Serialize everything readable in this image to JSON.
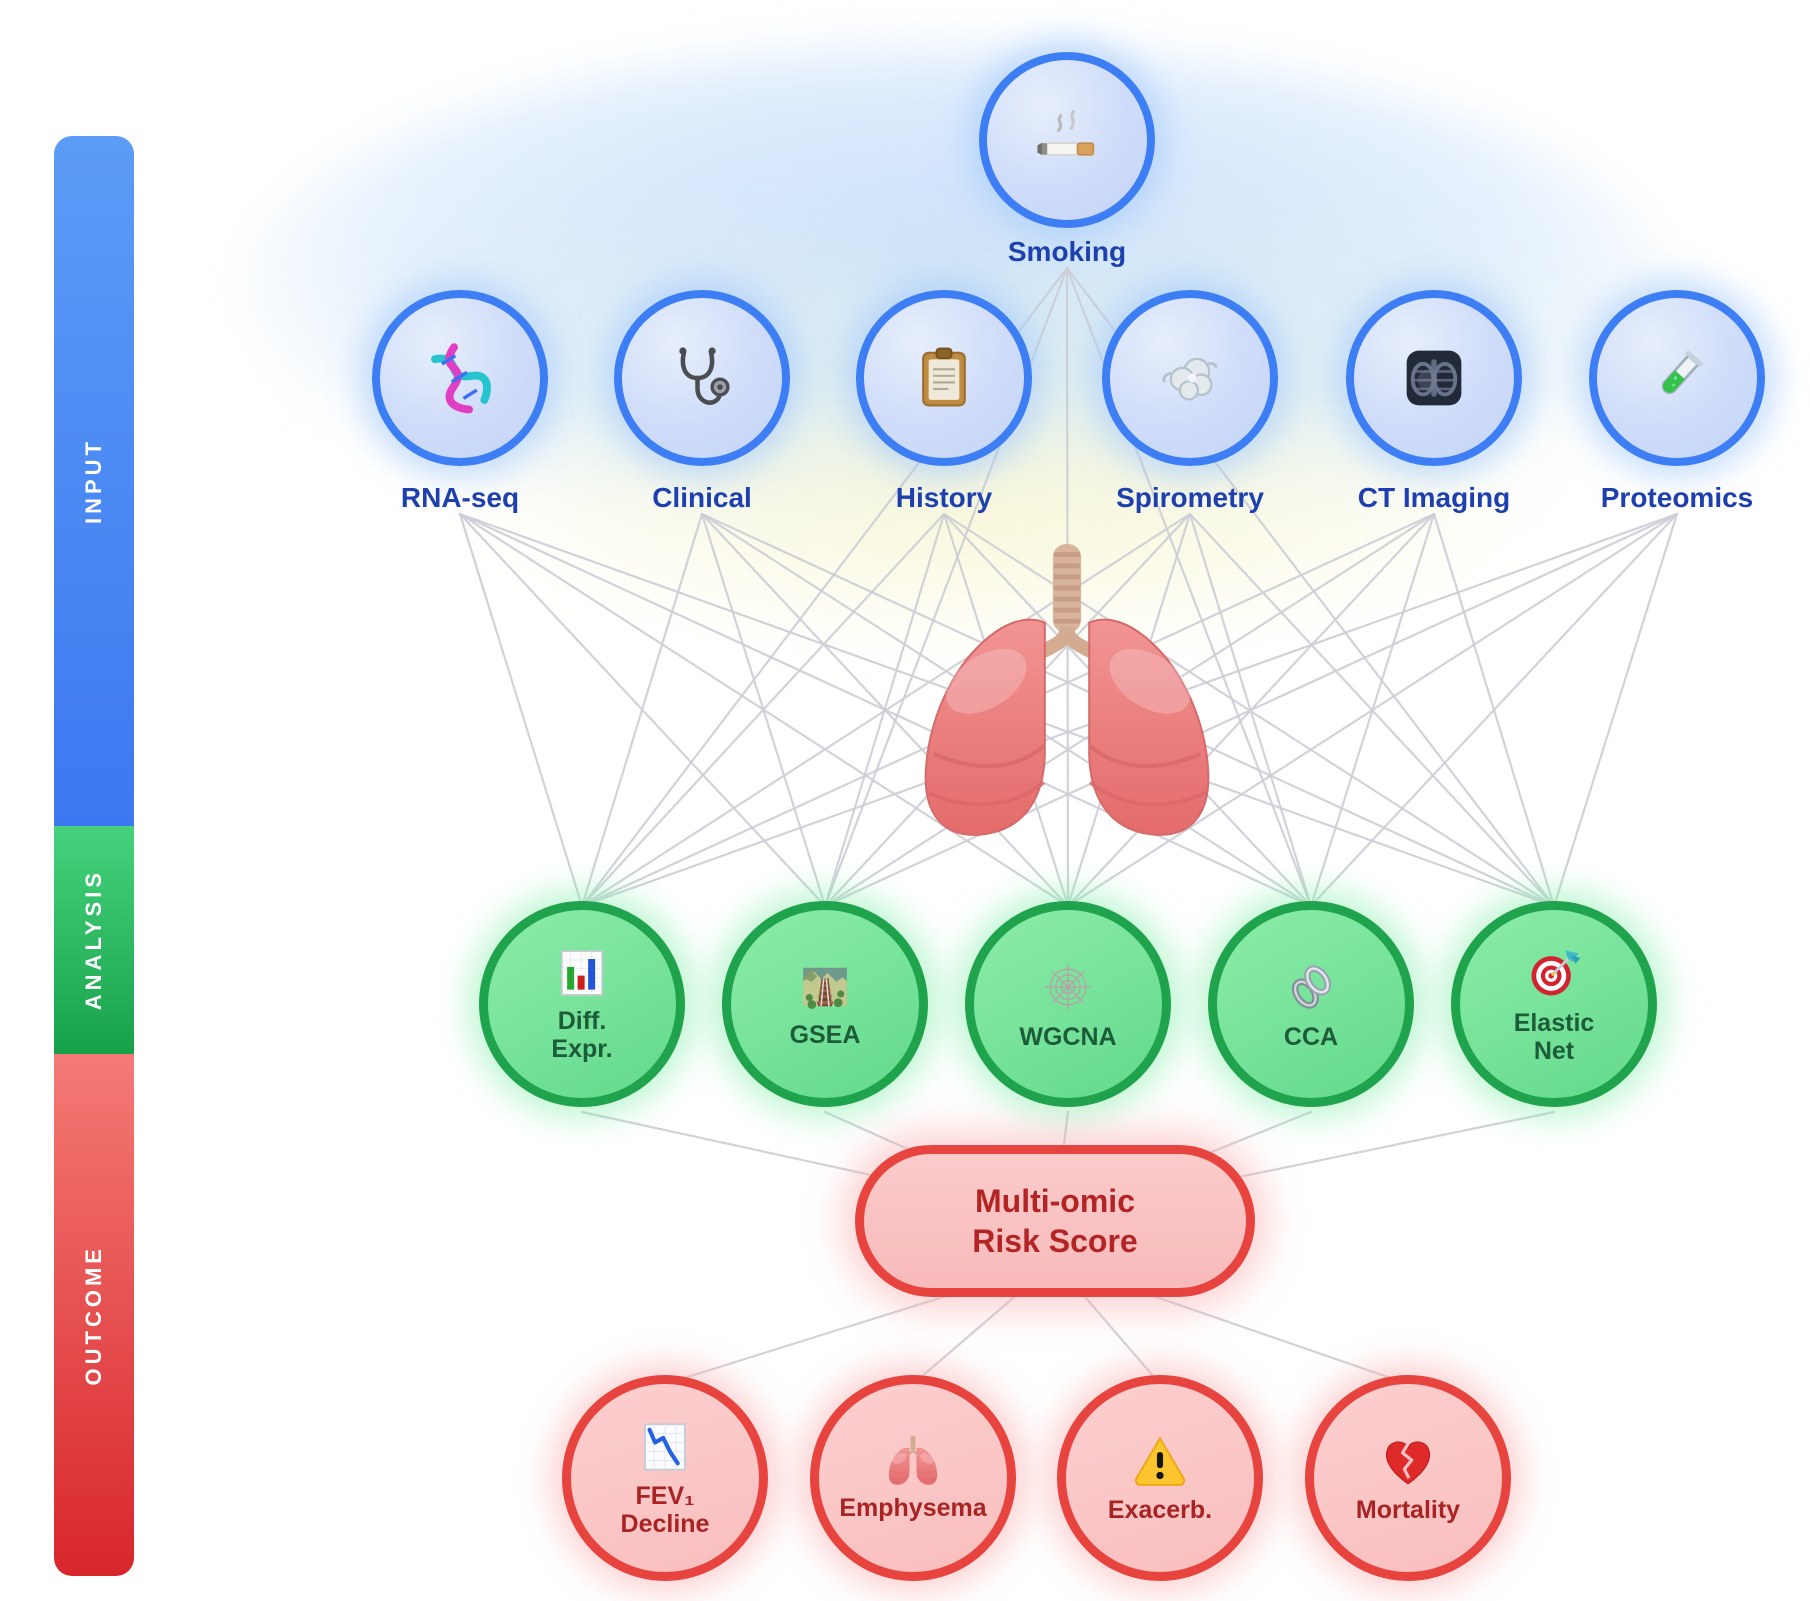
{
  "sidebar": {
    "segments": [
      {
        "id": "input",
        "label": "INPUT"
      },
      {
        "id": "analysis",
        "label": "ANALYSIS"
      },
      {
        "id": "outcome",
        "label": "OUTCOME"
      }
    ]
  },
  "exposure": {
    "label": "Smoking",
    "icon": "cigarette-icon"
  },
  "inputs": [
    {
      "label": "RNA-seq",
      "icon": "dna-icon"
    },
    {
      "label": "Clinical",
      "icon": "stethoscope-icon"
    },
    {
      "label": "History",
      "icon": "clipboard-icon"
    },
    {
      "label": "Spirometry",
      "icon": "wind-icon"
    },
    {
      "label": "CT Imaging",
      "icon": "ct-scan-icon"
    },
    {
      "label": "Proteomics",
      "icon": "test-tube-icon"
    }
  ],
  "center": {
    "icon": "lungs-icon"
  },
  "analysis": [
    {
      "lines": [
        "Diff.",
        "Expr."
      ],
      "icon": "bar-chart-icon"
    },
    {
      "lines": [
        "GSEA"
      ],
      "icon": "railway-track-icon"
    },
    {
      "lines": [
        "WGCNA"
      ],
      "icon": "spider-web-icon"
    },
    {
      "lines": [
        "CCA"
      ],
      "icon": "chain-links-icon"
    },
    {
      "lines": [
        "Elastic",
        "Net"
      ],
      "icon": "dartboard-icon"
    }
  ],
  "risk_score": {
    "lines": [
      "Multi-omic",
      "Risk Score"
    ]
  },
  "outcomes": [
    {
      "lines": [
        "FEV₁",
        "Decline"
      ],
      "icon": "chart-decreasing-icon"
    },
    {
      "lines": [
        "Emphysema"
      ],
      "icon": "lungs-small-icon"
    },
    {
      "lines": [
        "Exacerb."
      ],
      "icon": "warning-icon"
    },
    {
      "lines": [
        "Mortality"
      ],
      "icon": "broken-heart-icon"
    }
  ],
  "colors": {
    "input_accent": "#3d7ef5",
    "input_fill": "#cfdcf9",
    "input_text": "#1e40af",
    "analysis_accent": "#1fa34c",
    "analysis_fill": "#7fe6a0",
    "analysis_text": "#1d5c38",
    "outcome_accent": "#e8443f",
    "outcome_fill": "#f9c2c2",
    "outcome_text": "#a82424",
    "edge": "#cdced6",
    "sidebar_blue_top": "#5b9cf6",
    "sidebar_blue_bottom": "#3c78f1",
    "sidebar_green_top": "#46d27c",
    "sidebar_green_bottom": "#17a24a",
    "sidebar_red_top": "#f47a75",
    "sidebar_red_bottom": "#d8262c"
  }
}
